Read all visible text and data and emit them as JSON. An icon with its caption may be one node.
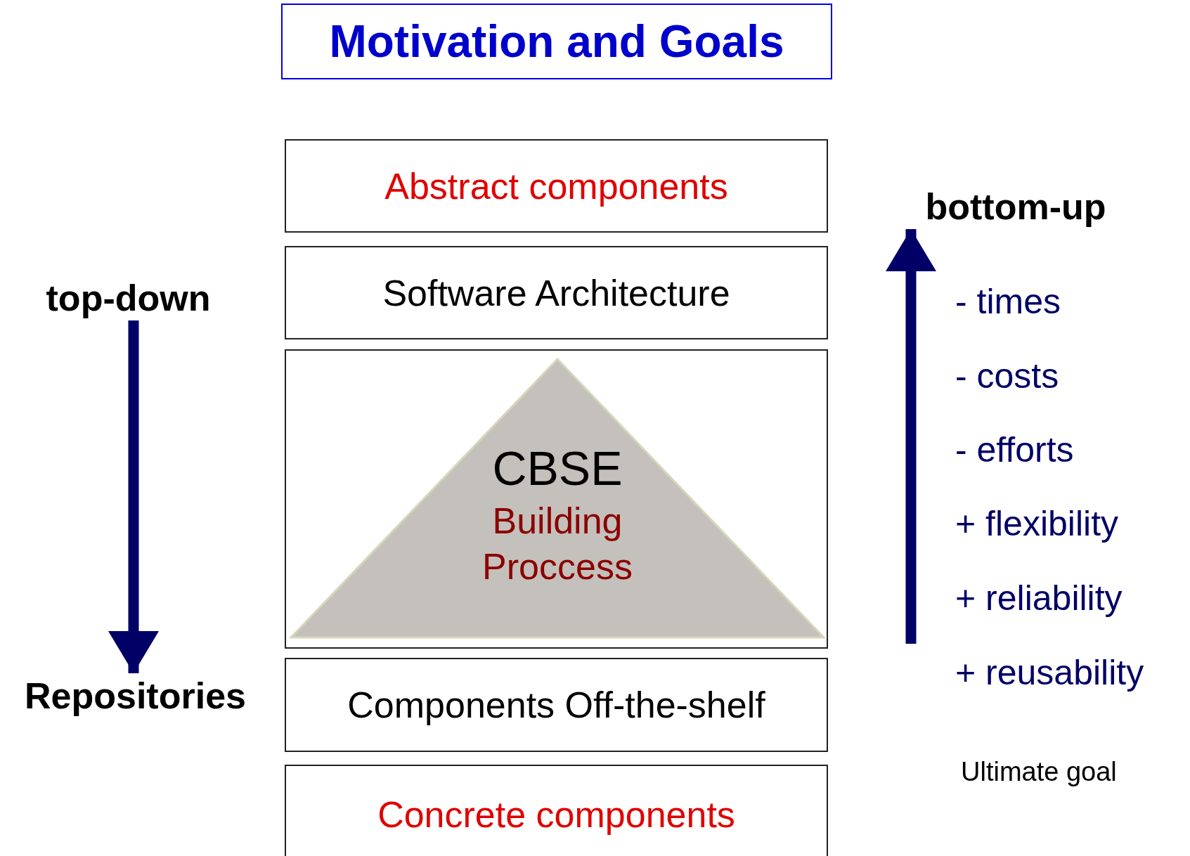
{
  "diagram": {
    "title": "Motivation and Goals",
    "nodes": [
      {
        "text": [
          "Abstract components"
        ]
      },
      {
        "text": [
          "Software Architecture"
        ]
      },
      {
        "text": [],
        "shape": "box"
      },
      {
        "text": [
          "CBSE",
          "Building Proccess"
        ],
        "in": 2
      },
      {
        "text": [
          "Components Off-the-shelf"
        ]
      },
      {
        "text": [
          "Concrete components"
        ]
      },
      {
        "text": [
          "top-down"
        ]
      },
      {
        "text": [
          "Repositories"
        ]
      },
      {
        "text": [
          "bottom-up"
        ]
      }
    ],
    "edges": [
      {
        "from": 6,
        "to": 7,
        "arrow": "to"
      },
      {
        "from": null,
        "to": 8,
        "arrow": "to"
      }
    ],
    "labels": [
      "- times",
      "- costs",
      "- efforts",
      "+ flexibility",
      "+ reliability",
      "+ reusability",
      "Ultimate goal"
    ]
  }
}
